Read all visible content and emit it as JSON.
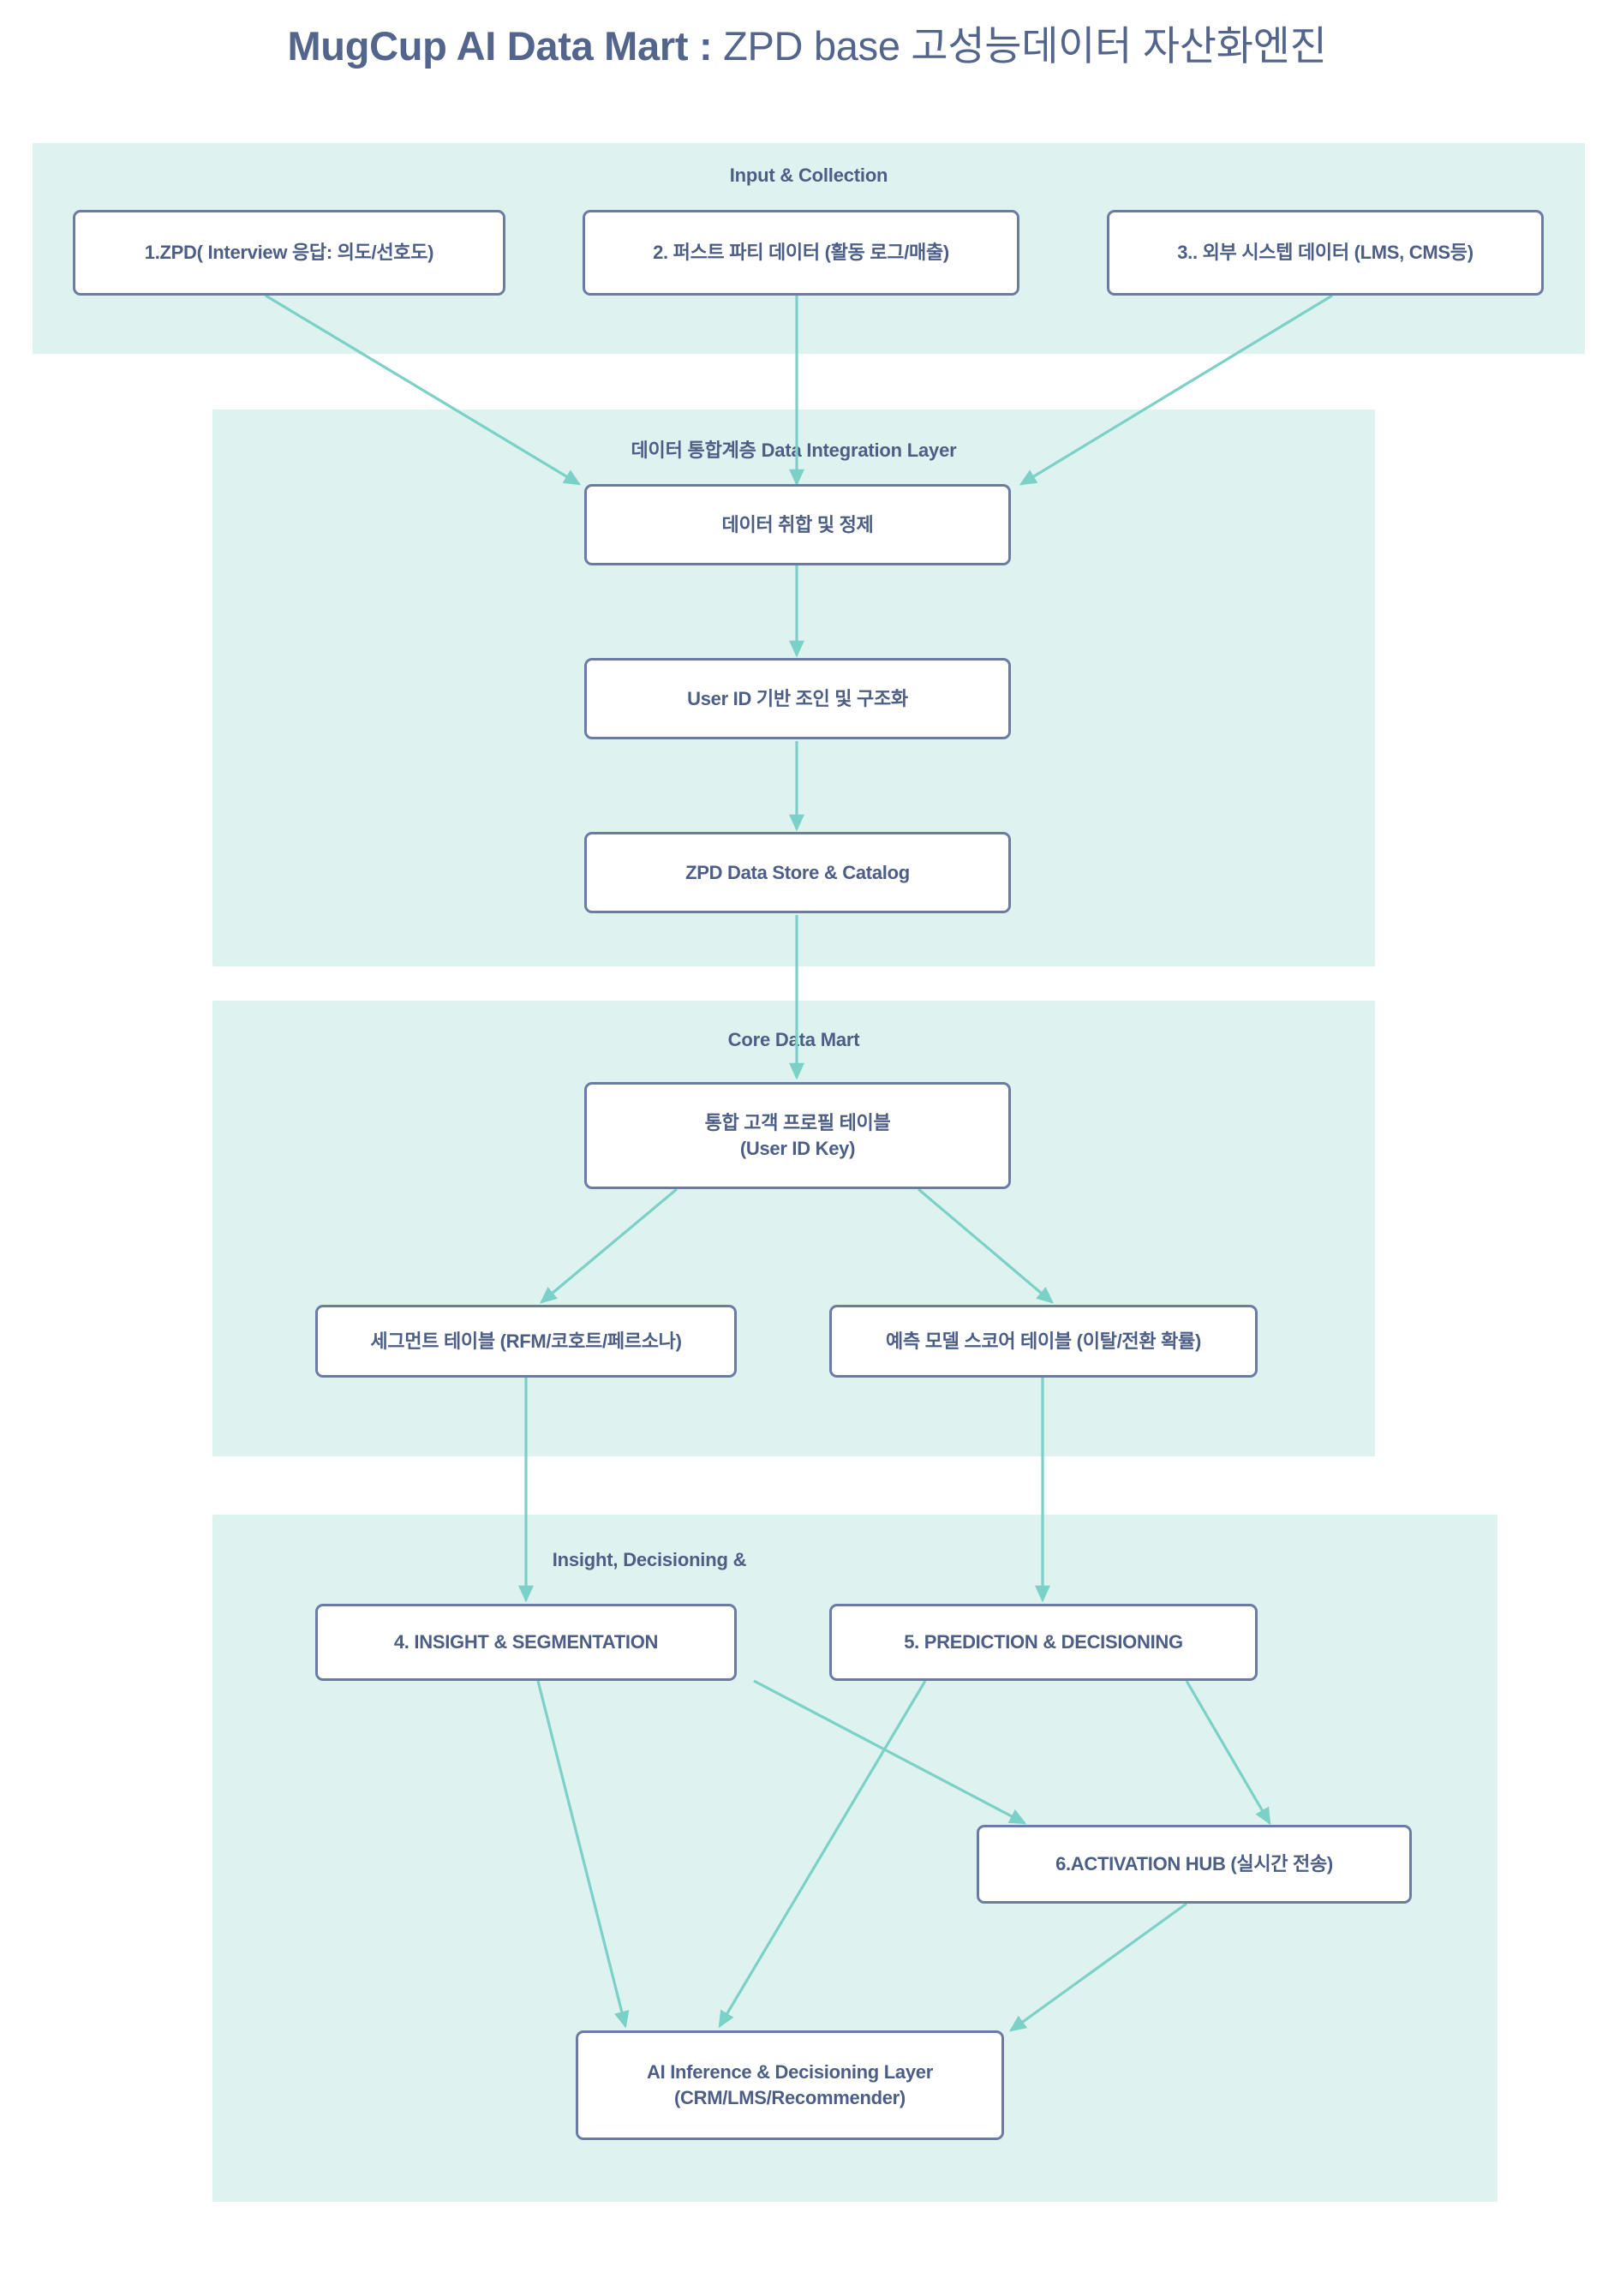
{
  "title": {
    "strong": "MugCup AI Data Mart : ",
    "light": "ZPD base 고성능데이터 자산화엔진"
  },
  "colors": {
    "panel_bg": "#DEF2EF",
    "node_border": "#6B7CA4",
    "node_fill": "#FFFFFF",
    "text": "#4C5E86",
    "arrow": "#7BD1C7",
    "page_bg": "#FFFFFF"
  },
  "sections": [
    {
      "id": "input-collection",
      "title": "Input & Collection",
      "nodes": [
        {
          "id": "zpd",
          "label": "1.ZPD( Interview 응답: 의도/선호도)"
        },
        {
          "id": "first-party",
          "label": "2. 퍼스트 파티 데이터 (활동 로그/매출)"
        },
        {
          "id": "external",
          "label": "3.. 외부 시스텝 데이터 (LMS, CMS등)"
        }
      ]
    },
    {
      "id": "data-integration-layer",
      "title": "데이터 통합계층 Data Integration Layer",
      "nodes": [
        {
          "id": "ingest",
          "label": "데이터 취합 및 정제"
        },
        {
          "id": "join",
          "label": "User ID 기반 조인 및 구조화"
        },
        {
          "id": "datastore",
          "label": "ZPD Data Store & Catalog"
        }
      ]
    },
    {
      "id": "core-data-mart",
      "title": "Core Data Mart",
      "nodes": [
        {
          "id": "profile",
          "label": "통합 고객 프로필 테이블\n(User ID Key)"
        },
        {
          "id": "segment",
          "label": "세그먼트 테이블 (RFM/코호트/페르소나)"
        },
        {
          "id": "score",
          "label": "예측 모델 스코어 테이블 (이탈/전환 확률)"
        }
      ]
    },
    {
      "id": "insight-decisioning",
      "title": "Insight, Decisioning &",
      "nodes": [
        {
          "id": "insight",
          "label": "4. INSIGHT & SEGMENTATION"
        },
        {
          "id": "prediction",
          "label": "5. PREDICTION & DECISIONING"
        },
        {
          "id": "activation",
          "label": "6.ACTIVATION HUB (실시간 전송)"
        },
        {
          "id": "inference",
          "label": "AI Inference & Decisioning Layer\n(CRM/LMS/Recommender)"
        }
      ]
    }
  ],
  "flow_edges": [
    {
      "from": "zpd",
      "to": "ingest"
    },
    {
      "from": "first-party",
      "to": "ingest"
    },
    {
      "from": "external",
      "to": "ingest"
    },
    {
      "from": "ingest",
      "to": "join"
    },
    {
      "from": "join",
      "to": "datastore"
    },
    {
      "from": "datastore",
      "to": "profile"
    },
    {
      "from": "profile",
      "to": "segment"
    },
    {
      "from": "profile",
      "to": "score"
    },
    {
      "from": "segment",
      "to": "insight"
    },
    {
      "from": "score",
      "to": "prediction"
    },
    {
      "from": "insight",
      "to": "inference"
    },
    {
      "from": "insight",
      "to": "activation"
    },
    {
      "from": "prediction",
      "to": "inference"
    },
    {
      "from": "prediction",
      "to": "activation"
    },
    {
      "from": "activation",
      "to": "inference"
    }
  ]
}
